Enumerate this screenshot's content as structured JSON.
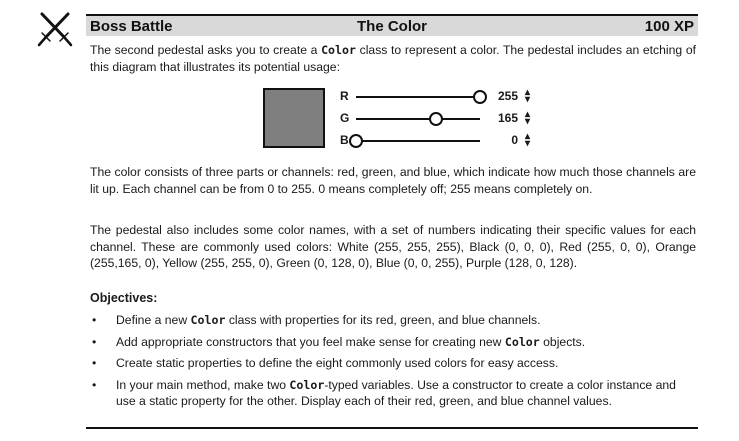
{
  "header": {
    "title": "Boss Battle",
    "subtitle": "The Color",
    "xp": "100 XP"
  },
  "intro": {
    "before": "The second pedestal asks you to create a ",
    "code": "Color",
    "after": " class to represent a color. The pedestal includes an etching of this diagram that illustrates its potential usage:"
  },
  "diagram": {
    "swatch_color": "#7f7f7f",
    "channels": [
      {
        "label": "R",
        "value": "255",
        "level": 1.0
      },
      {
        "label": "G",
        "value": "165",
        "level": 0.647
      },
      {
        "label": "B",
        "value": "0",
        "level": 0.0
      }
    ],
    "spinner_glyph": "▲▼"
  },
  "para2": "The color consists of three parts or channels: red, green, and blue, which indicate how much those channels are lit up. Each channel can be from 0 to 255. 0 means completely off; 255 means completely on.",
  "para3": "The pedestal also includes some color names, with a set of numbers indicating their specific values for each channel. These are commonly used colors: White (255, 255, 255), Black (0, 0, 0), Red (255, 0, 0), Orange (255,165, 0), Yellow (255, 255, 0), Green (0, 128, 0), Blue (0, 0, 255), Purple (128, 0, 128).",
  "objectives": {
    "heading": "Objectives:",
    "items": [
      {
        "before": "Define a new ",
        "code": "Color",
        "after": " class with properties for its red, green, and blue channels."
      },
      {
        "before": "Add appropriate constructors that you feel make sense for creating new ",
        "code": "Color",
        "after": " objects."
      },
      {
        "before": "Create static properties to define the eight commonly used colors for easy access.",
        "code": "",
        "after": ""
      },
      {
        "before": "In your main method, make two ",
        "code": "Color",
        "after": "-typed variables. Use a constructor to create a color instance and use a static property for the other. Display each of their red, green, and blue channel values."
      }
    ]
  }
}
